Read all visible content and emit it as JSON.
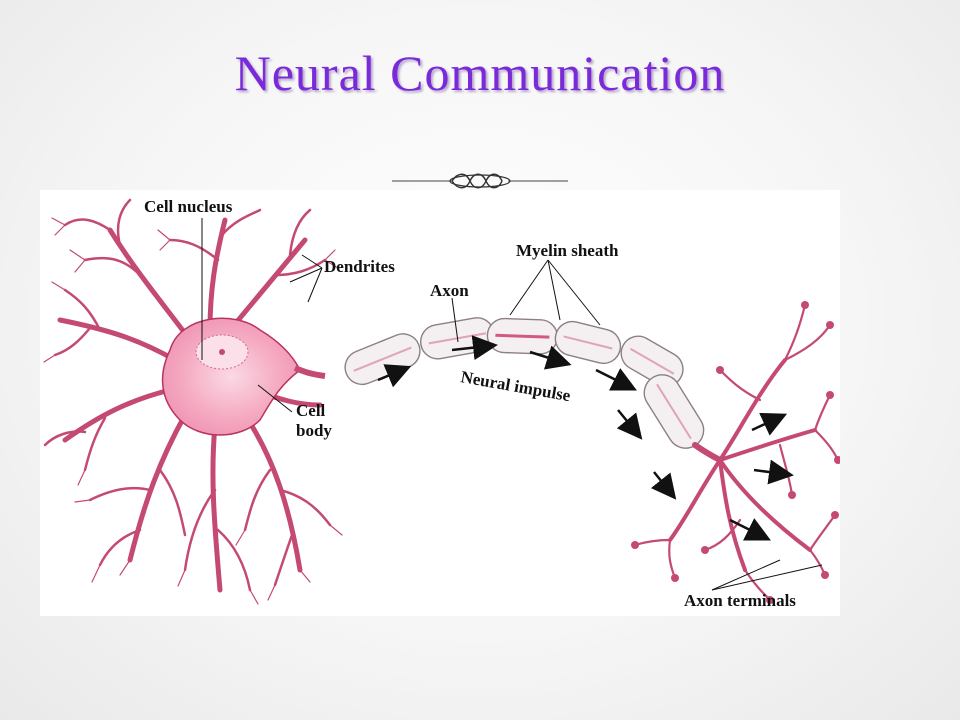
{
  "slide": {
    "title": "Neural Communication"
  },
  "diagram": {
    "labels": {
      "cell_nucleus": "Cell nucleus",
      "dendrites": "Dendrites",
      "axon": "Axon",
      "myelin_sheath": "Myelin sheath",
      "neural_impulse": "Neural impulse",
      "cell_body_line1": "Cell",
      "cell_body_line2": "body",
      "axon_terminals": "Axon terminals"
    }
  },
  "colors": {
    "title": "#7a2ad8",
    "neuron_fill": "#f6b7cb",
    "neuron_stroke": "#b8335e",
    "myelin_fill": "#f3eef0",
    "label_text": "#111111"
  }
}
